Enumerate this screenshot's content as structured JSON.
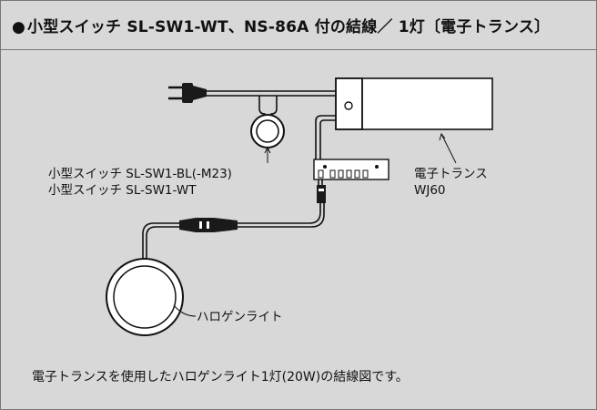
{
  "title": {
    "bullet": "●",
    "text": "小型スイッチ SL-SW1-WT、NS-86A 付の結線／ 1灯〔電子トランス〕"
  },
  "labels": {
    "switch_line1": "小型スイッチ SL-SW1-BL(-M23)",
    "switch_line2": "小型スイッチ SL-SW1-WT",
    "transformer_line1": "電子トランス",
    "transformer_line2": "WJ60",
    "lamp": "ハロゲンライト"
  },
  "footer": "電子トランスを使用したハロゲンライト1灯(20W)の結線図です。"
}
